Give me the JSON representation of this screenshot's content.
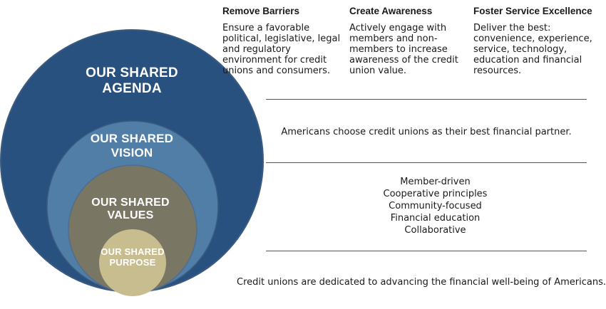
{
  "circles": {
    "agenda": "OUR SHARED AGENDA",
    "vision": "OUR SHARED VISION",
    "values": "OUR SHARED VALUES",
    "purpose": "OUR SHARED PURPOSE",
    "colors": {
      "agenda": "#29517f",
      "vision": "#517ea6",
      "values": "#7a7664",
      "purpose": "#c8bd8e",
      "outline": "#3b5b80"
    }
  },
  "agenda": {
    "columns": [
      {
        "title": "Remove Barriers",
        "text": "Ensure a favorable political, legislative, legal and regulatory environment for credit unions and consumers."
      },
      {
        "title": "Create Awareness",
        "text": "Actively engage with members and non-members to increase awareness of the credit union value."
      },
      {
        "title": "Foster Service Excellence",
        "text": "Deliver the best: convenience, experience, service, technology, education and financial resources."
      }
    ]
  },
  "vision": {
    "text": "Americans choose credit unions as their best financial partner."
  },
  "values": {
    "items": [
      "Member-driven",
      "Cooperative principles",
      "Community-focused",
      "Financial education",
      "Collaborative"
    ]
  },
  "purpose": {
    "text": "Credit unions are dedicated to advancing the financial well-being of Americans."
  }
}
